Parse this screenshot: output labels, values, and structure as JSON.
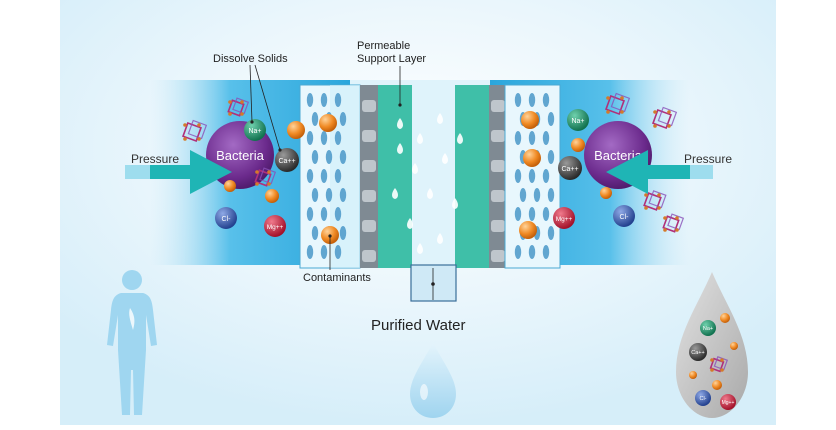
{
  "labels": {
    "dissolve_solids": "Dissolve Solids",
    "permeable_line1": "Permeable",
    "permeable_line2": "Support Layer",
    "pressure_left": "Pressure",
    "pressure_right": "Pressure",
    "bacteria_left": "Bacteria",
    "bacteria_right": "Bacteria",
    "contaminants": "Contaminants",
    "purified_water": "Purified Water"
  },
  "ions": {
    "na": "Na+",
    "ca": "Ca++",
    "cl": "Cl-",
    "mg": "Mg++"
  },
  "colors": {
    "background_light": "#e6f4fb",
    "water_blue": "#3fb0e0",
    "membrane_teal": "#3fbfa8",
    "bacteria_purple": "#6b2a8c",
    "arrow_teal": "#1fb5b5",
    "contaminant_orange": "#f08a24",
    "na_green": "#1e8f6a",
    "ca_gray": "#444444",
    "cl_blue": "#3a5fb8",
    "mg_red": "#d0213a",
    "human_blue": "#8fd0ef",
    "drop_gray": "#c7c7c7"
  }
}
